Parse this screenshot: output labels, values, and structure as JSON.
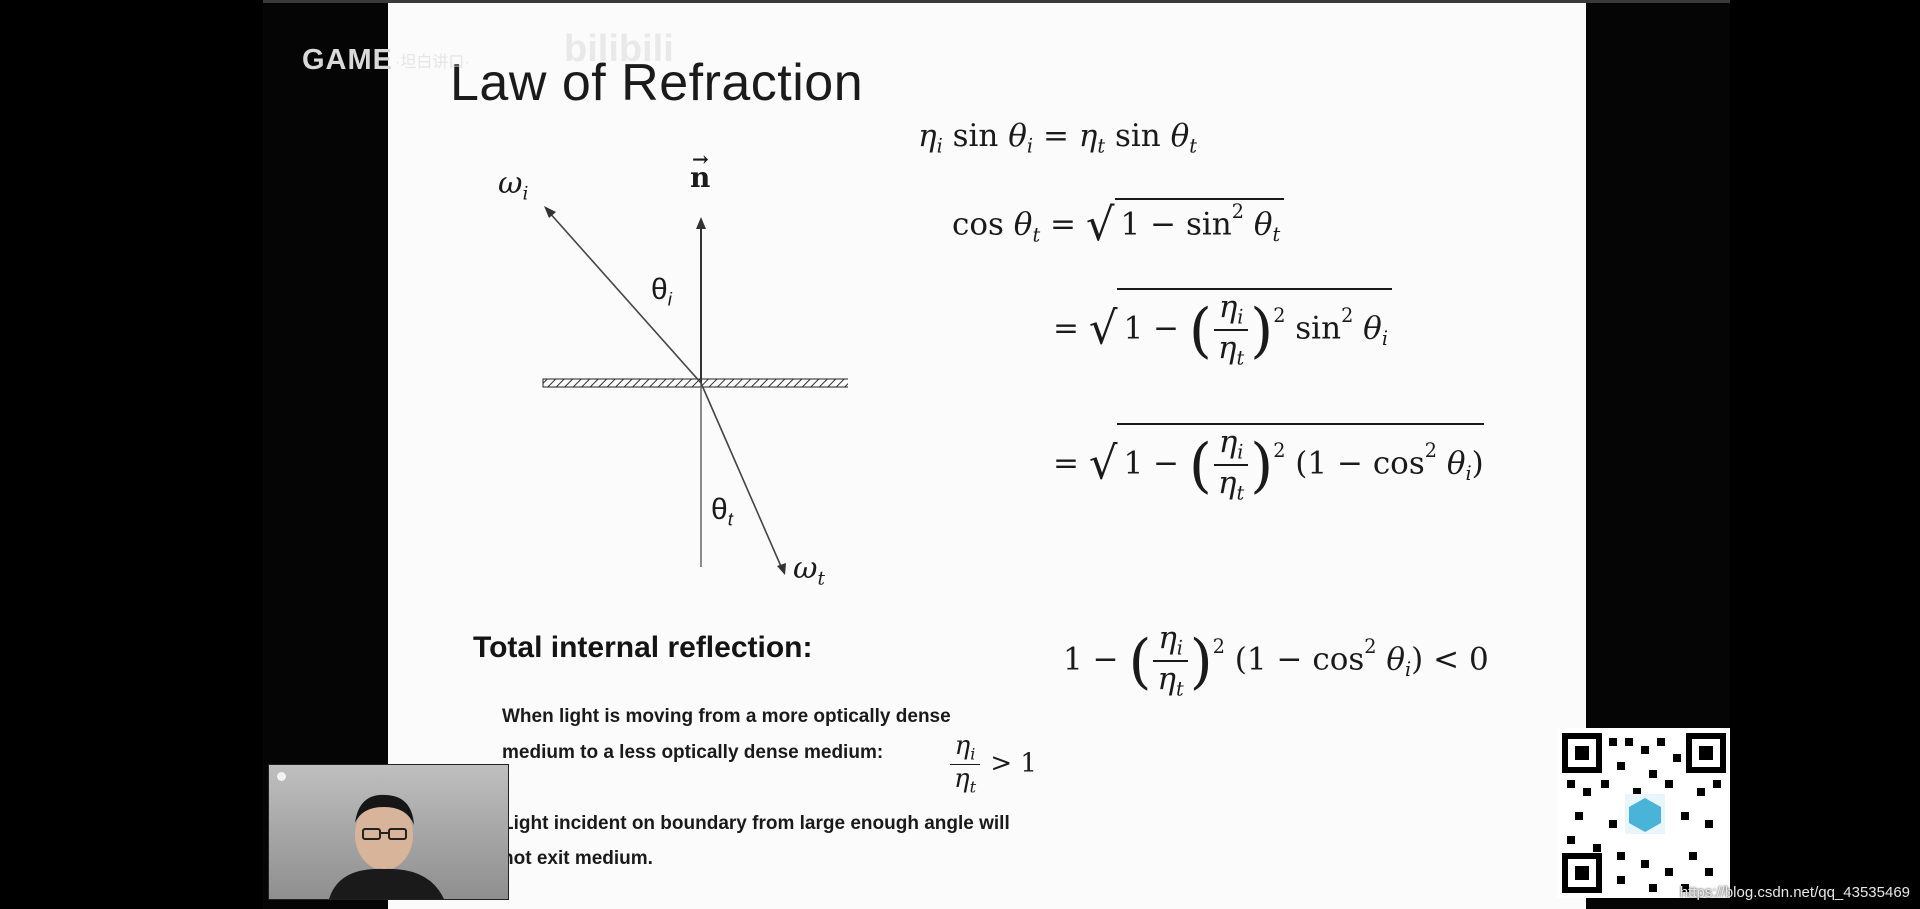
{
  "slide": {
    "title": "Law of Refraction",
    "tir_heading": "Total internal reflection:",
    "body_line_1": "When light is moving from a more optically dense",
    "body_line_2": "medium to a less optically dense medium:",
    "body_line_3": "Light incident on boundary from large enough angle will",
    "body_line_4": "not exit medium."
  },
  "diagram": {
    "incident_ray_label": "ω",
    "incident_ray_sub": "i",
    "transmitted_ray_label": "ω",
    "transmitted_ray_sub": "t",
    "normal_label": "n",
    "normal_arrow": "→",
    "theta_i_label": "θ",
    "theta_i_sub": "i",
    "theta_t_label": "θ",
    "theta_t_sub": "t"
  },
  "equations": {
    "snell": {
      "eta": "η",
      "i": "i",
      "t": "t",
      "sin": "sin",
      "theta": "θ",
      "eq": "="
    },
    "common": {
      "cos": "cos",
      "sin": "sin",
      "theta": "θ",
      "eta": "η",
      "i": "i",
      "t": "t",
      "one": "1",
      "minus": "−",
      "eq": "=",
      "two": "2",
      "lparen": "(",
      "rparen": ")",
      "lt": "<",
      "zero": "0",
      "gt": ">",
      "radical": "√"
    }
  },
  "overlay": {
    "watermark": "GAME",
    "watermark_small": "·坦白讲口·",
    "bili_mark": "bilibili",
    "url": "https://blog.csdn.net/qq_43535469"
  },
  "colors": {
    "background": "#000000",
    "slide_background": "#fbfbfb",
    "text": "#1a1a1a"
  }
}
